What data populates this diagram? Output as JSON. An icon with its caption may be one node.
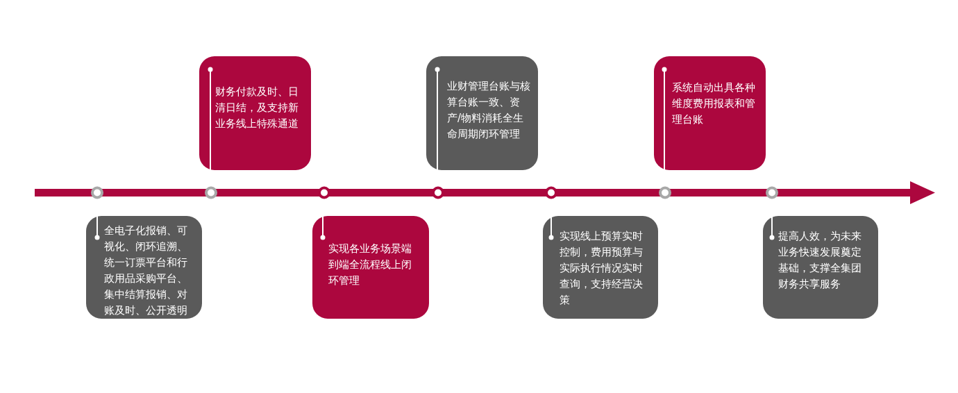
{
  "diagram": {
    "nodes": [
      {
        "text": [
          "全电子化报销、可视化、闭环追溯、统一订票平台和行政用品采购平台、集中结算报销、对账及时、公开透明"
        ]
      },
      {
        "text": [
          "财务付款及时、日清日结，及支持新业务线上特殊通道"
        ]
      },
      {
        "text": [
          "实现各业务场景端到端全流程线上闭环管理"
        ]
      },
      {
        "text": [
          "业财管理台账与核算台账一致、资产/物料消耗全生命周期闭环管理"
        ]
      },
      {
        "text": [
          "实现线上预算实时控制，费用预算与实际执行情况实时查询，支持经营决策"
        ]
      },
      {
        "text": [
          "系统自动出具各种维度费用报表和管理台账"
        ]
      },
      {
        "text": [
          "提高人效，为未来业务快速发展奠定基础，支撑全集团财务共享服务"
        ]
      }
    ]
  }
}
